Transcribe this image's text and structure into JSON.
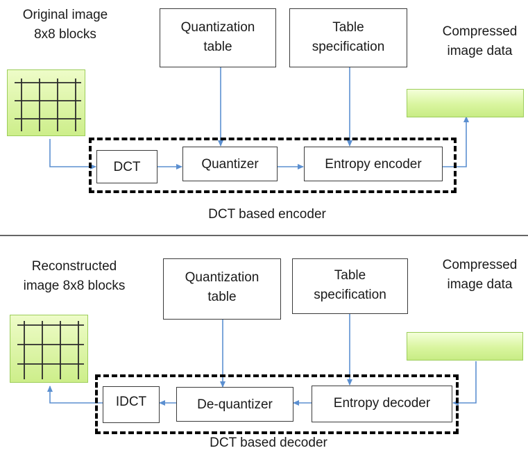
{
  "encoder": {
    "input_label_line1": "Original image",
    "input_label_line2": "8x8 blocks",
    "quant_table_line1": "Quantization",
    "quant_table_line2": "table",
    "table_spec_line1": "Table",
    "table_spec_line2": "specification",
    "output_label_line1": "Compressed",
    "output_label_line2": "image data",
    "dct": "DCT",
    "quantizer": "Quantizer",
    "entropy": "Entropy encoder",
    "caption": "DCT based encoder"
  },
  "decoder": {
    "output_label_line1": "Reconstructed",
    "output_label_line2": "image 8x8 blocks",
    "quant_table_line1": "Quantization",
    "quant_table_line2": "table",
    "table_spec_line1": "Table",
    "table_spec_line2": "specification",
    "input_label_line1": "Compressed",
    "input_label_line2": "image data",
    "idct": "IDCT",
    "dequantizer": "De-quantizer",
    "entropy": "Entropy decoder",
    "caption": "DCT based decoder"
  },
  "colors": {
    "arrow": "#5b8fd0",
    "block_fill": "#d9f59f",
    "dashed_border": "#000000"
  }
}
